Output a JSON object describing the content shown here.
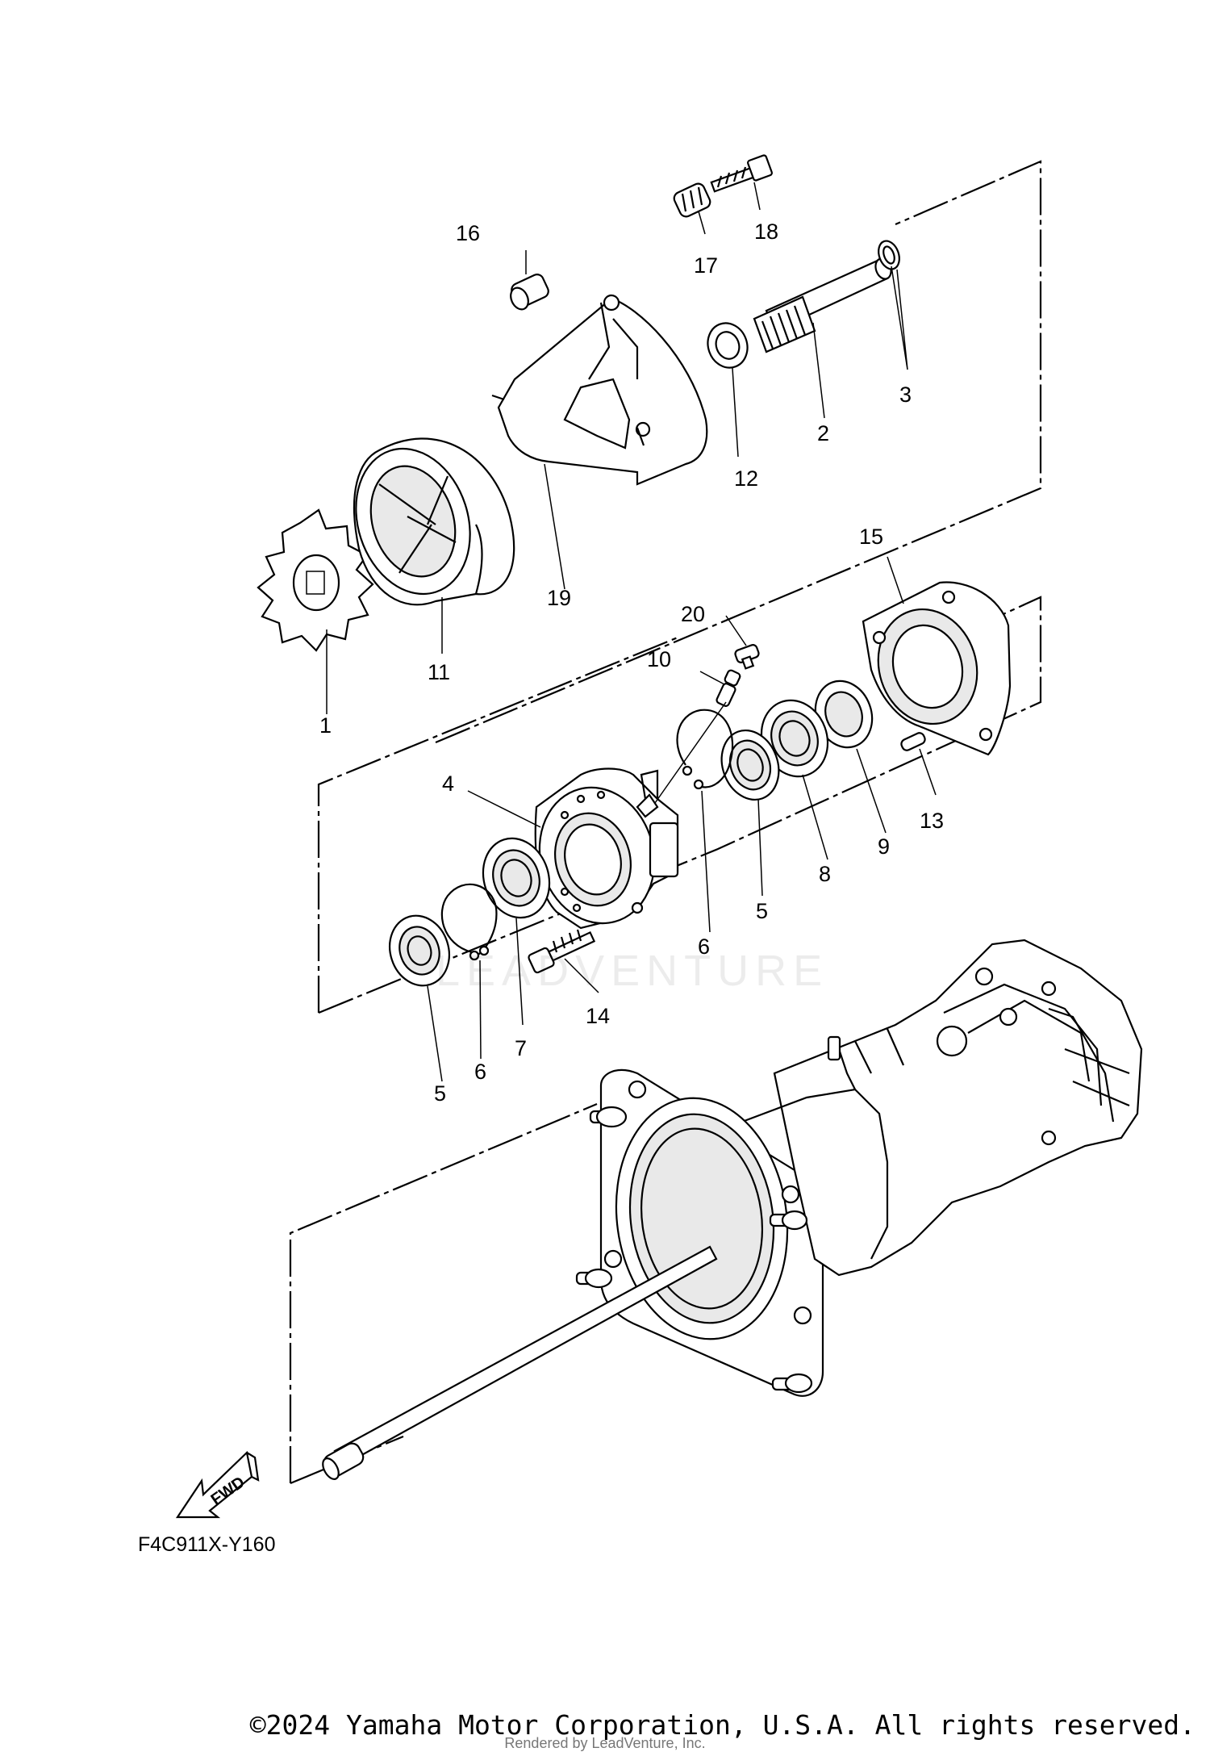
{
  "diagram": {
    "code": "F4C911X-Y160",
    "fwd_label": "FWD",
    "watermark": "LEADVENTURE",
    "copyright": "©2024 Yamaha Motor Corporation, U.S.A. All rights reserved.",
    "renderer": "Rendered by LeadVenture, Inc.",
    "callouts": [
      {
        "id": "c1",
        "label": "1"
      },
      {
        "id": "c2",
        "label": "2"
      },
      {
        "id": "c3",
        "label": "3"
      },
      {
        "id": "c4",
        "label": "4"
      },
      {
        "id": "c5a",
        "label": "5"
      },
      {
        "id": "c5b",
        "label": "5"
      },
      {
        "id": "c6a",
        "label": "6"
      },
      {
        "id": "c6b",
        "label": "6"
      },
      {
        "id": "c7",
        "label": "7"
      },
      {
        "id": "c8",
        "label": "8"
      },
      {
        "id": "c9",
        "label": "9"
      },
      {
        "id": "c10",
        "label": "10"
      },
      {
        "id": "c11",
        "label": "11"
      },
      {
        "id": "c12",
        "label": "12"
      },
      {
        "id": "c13",
        "label": "13"
      },
      {
        "id": "c14",
        "label": "14"
      },
      {
        "id": "c15",
        "label": "15"
      },
      {
        "id": "c16",
        "label": "16"
      },
      {
        "id": "c17",
        "label": "17"
      },
      {
        "id": "c18",
        "label": "18"
      },
      {
        "id": "c19",
        "label": "19"
      },
      {
        "id": "c20",
        "label": "20"
      }
    ]
  }
}
